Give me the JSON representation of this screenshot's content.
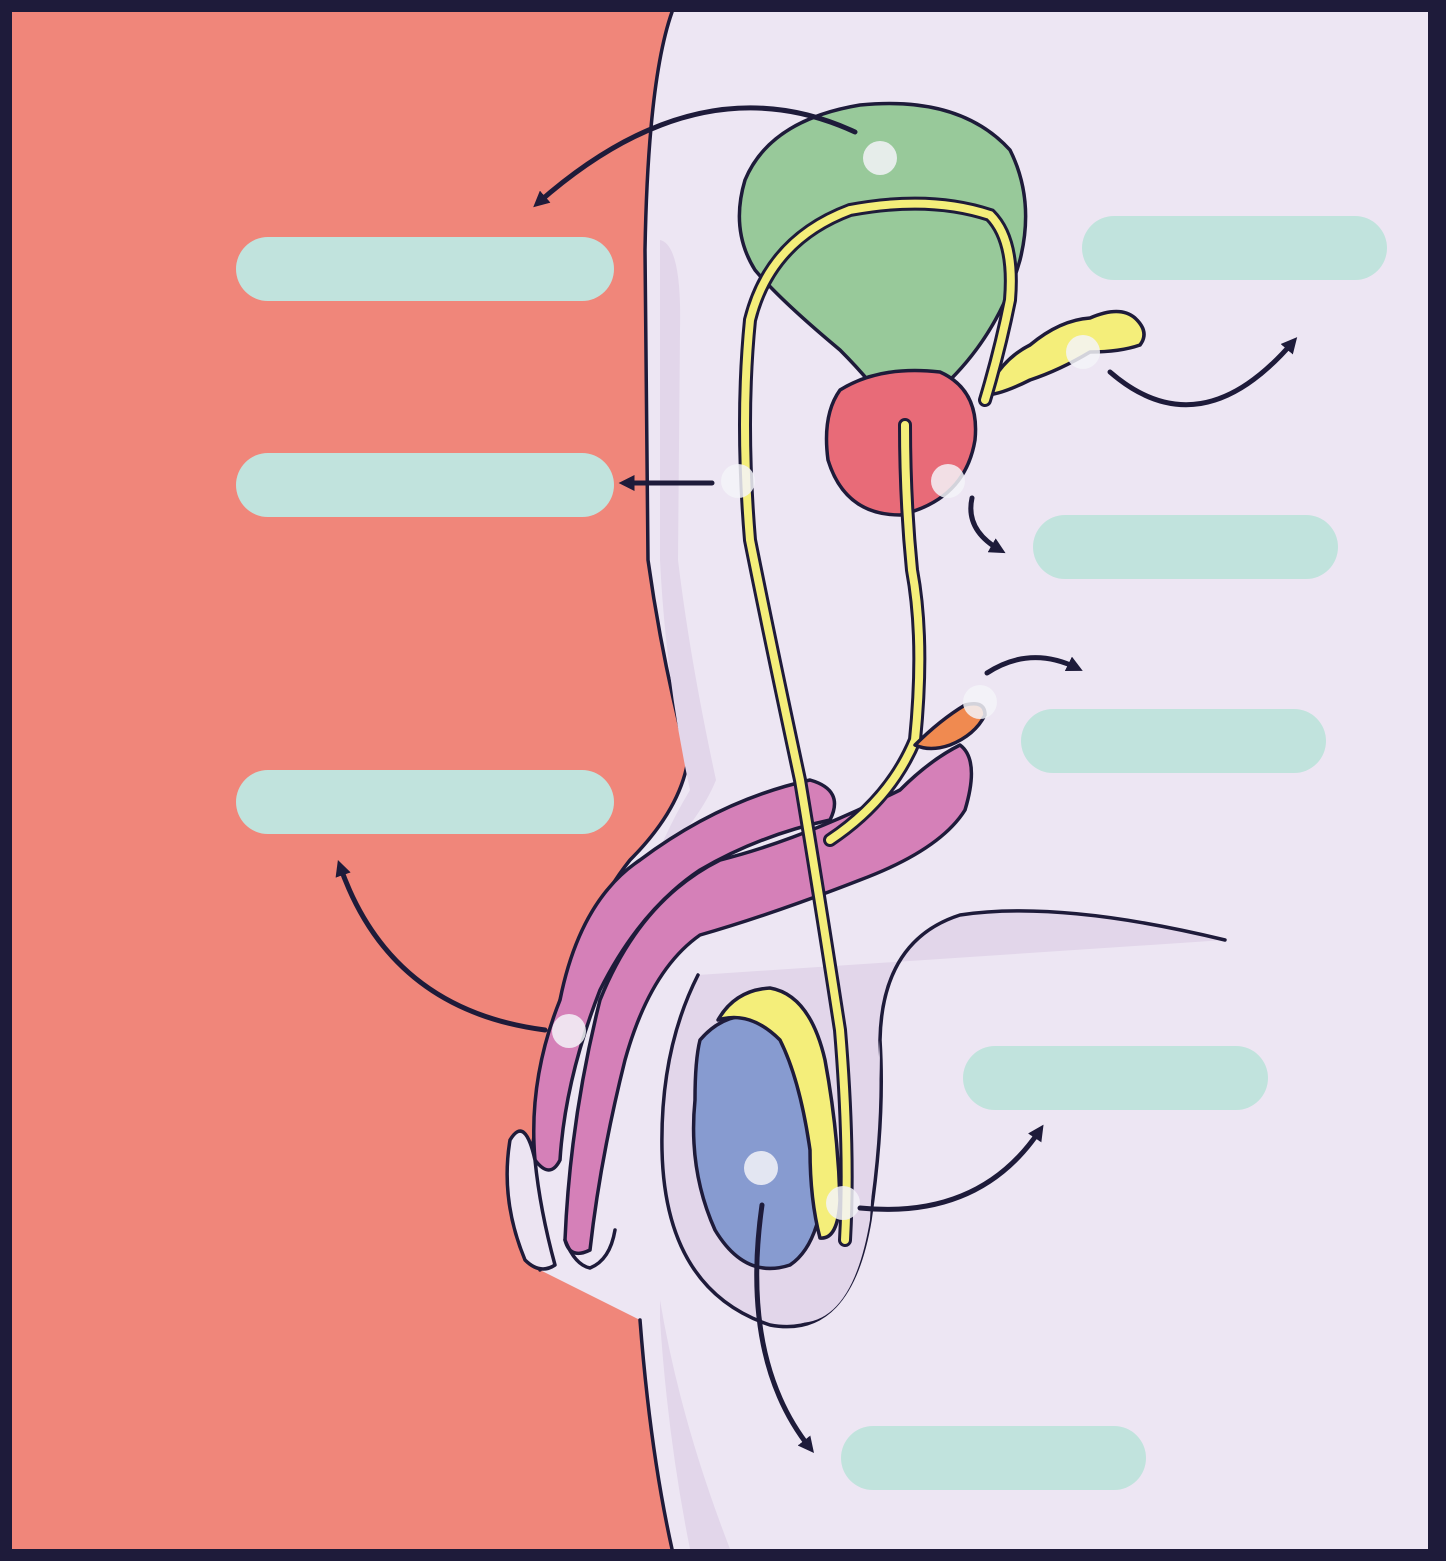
{
  "diagram": {
    "colors": {
      "frame": "#1e1b3a",
      "left_panel": "#f0867a",
      "right_panel": "#ede6f3",
      "body_shadow": "#e2d6ea",
      "label_box": "#c1e3dd",
      "bladder": "#98c99a",
      "prostate": "#e86b78",
      "seminal_vesicle": "#f4ee7a",
      "vas_deferens": "#f4ee7a",
      "bulbourethral_gland": "#f08a50",
      "penis": "#d580b8",
      "testis": "#879bd0",
      "scrotum": "#e2d6ea"
    },
    "labels": [
      {
        "id": "label-bladder",
        "text": ""
      },
      {
        "id": "label-vas-deferens",
        "text": ""
      },
      {
        "id": "label-penis",
        "text": ""
      },
      {
        "id": "label-seminal-vesicle",
        "text": ""
      },
      {
        "id": "label-prostate",
        "text": ""
      },
      {
        "id": "label-bulbourethral-gland",
        "text": ""
      },
      {
        "id": "label-epididymis",
        "text": ""
      },
      {
        "id": "label-testis",
        "text": ""
      }
    ]
  }
}
